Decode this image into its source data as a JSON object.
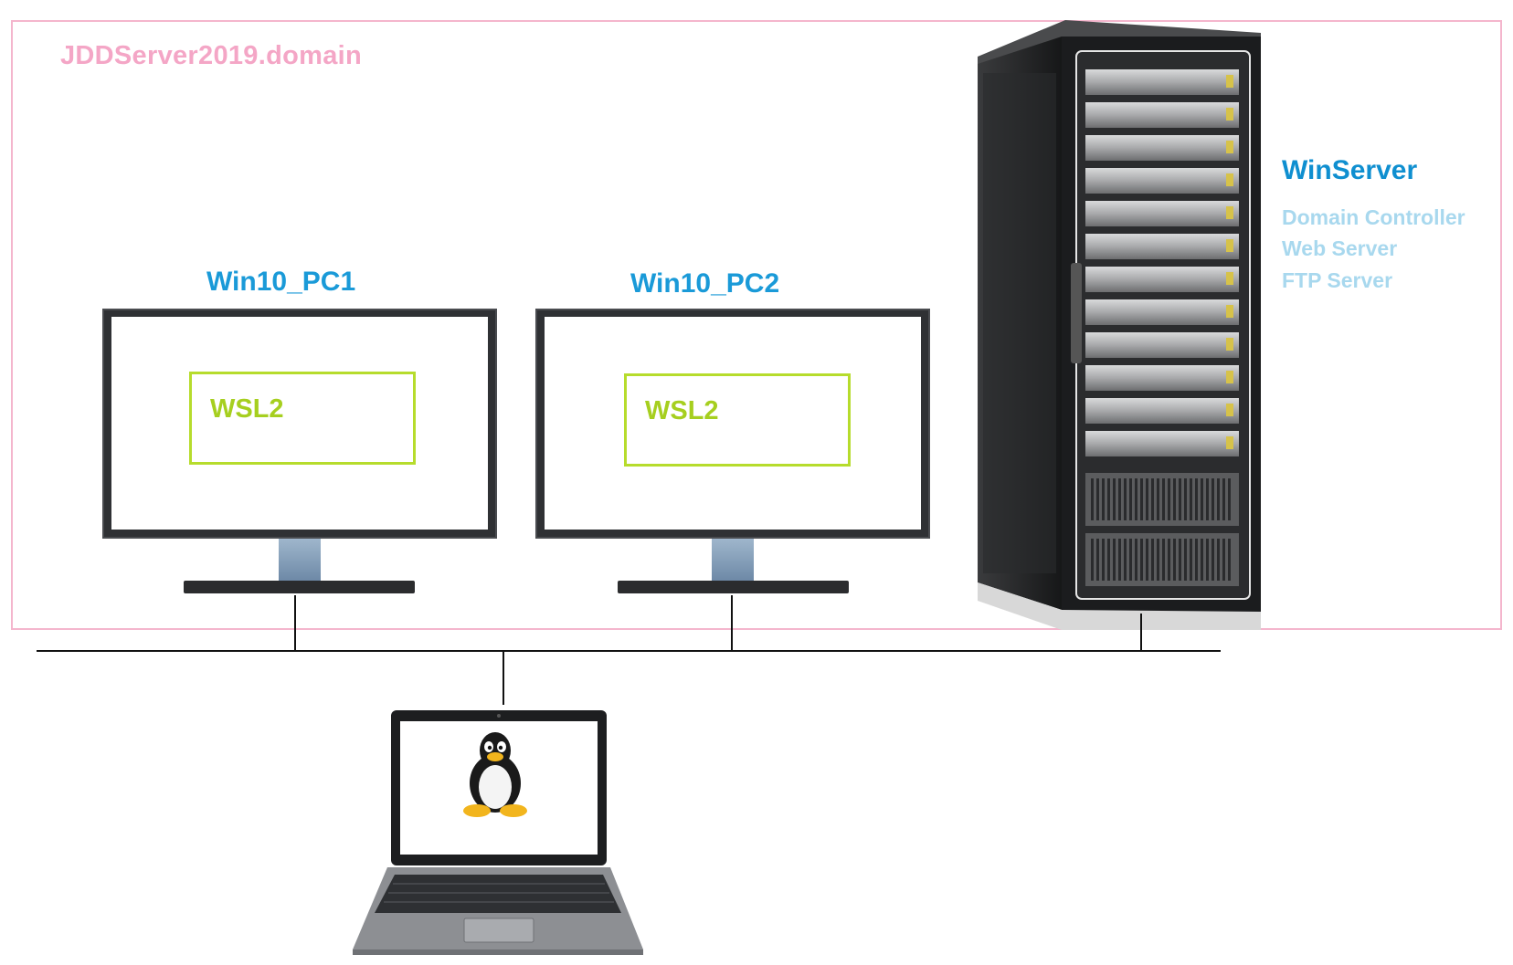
{
  "domain": {
    "name": "JDDServer2019.domain"
  },
  "pcs": [
    {
      "name": "Win10_PC1",
      "vm_label": "WSL2"
    },
    {
      "name": "Win10_PC2",
      "vm_label": "WSL2"
    }
  ],
  "server": {
    "name": "WinServer",
    "services": [
      "Domain Controller",
      "Web Server",
      "FTP Server"
    ]
  },
  "laptop": {
    "os_icon": "linux-tux-icon"
  },
  "colors": {
    "domain_border": "#f4b6cd",
    "domain_text": "#f4a6c6",
    "pc_label": "#1a9ad8",
    "wsl": "#b6dc2c",
    "service_text": "#a8d8ee"
  }
}
